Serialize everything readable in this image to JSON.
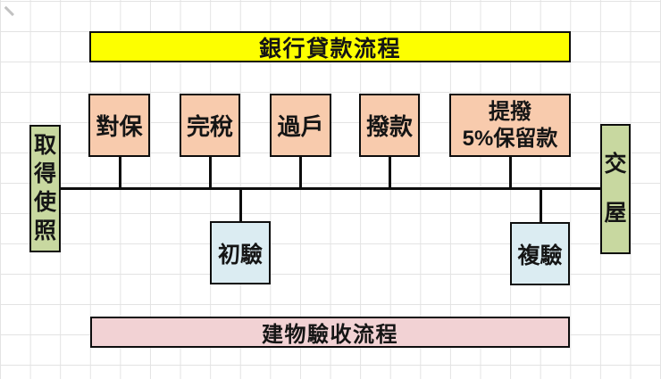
{
  "diagram": {
    "top_banner": {
      "label": "銀行貸款流程"
    },
    "bottom_banner": {
      "label": "建物驗收流程"
    },
    "loan_steps": [
      {
        "label": "對保"
      },
      {
        "label": "完稅"
      },
      {
        "label": "過戶"
      },
      {
        "label": "撥款"
      },
      {
        "lines": [
          "提撥",
          "5%保留款"
        ]
      }
    ],
    "inspection_steps": [
      {
        "label": "初驗"
      },
      {
        "label": "複驗"
      }
    ],
    "left_box": {
      "label": "取得使照",
      "chars": [
        "取",
        "得",
        "使",
        "照"
      ]
    },
    "right_box": {
      "label": "交屋",
      "chars": [
        "交",
        "屋"
      ]
    }
  },
  "colors": {
    "top_banner_bg": "#fdff00",
    "bottom_banner_bg": "#f2d2d4",
    "loan_step_bg": "#f8cbad",
    "inspection_step_bg": "#dbecf2",
    "side_box_bg": "#c8d8a0",
    "connector": "#0d0d0d",
    "grid_line": "#e3e3e3",
    "background": "#ffffff"
  }
}
